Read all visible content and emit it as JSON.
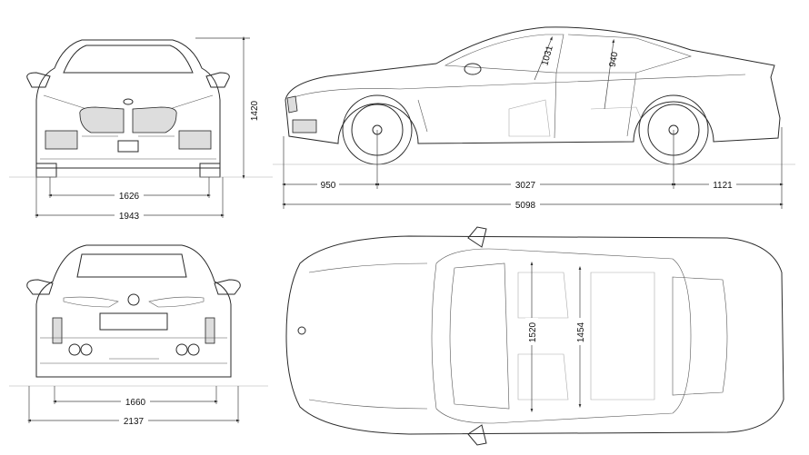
{
  "title": "Vehicle dimensions blueprint (mm)",
  "colors": {
    "line": "#2a2a2a",
    "dimension": "#444444",
    "background": "#ffffff"
  },
  "front_view": {
    "height": "1420",
    "track_front": "1626",
    "width_body": "1943"
  },
  "side_view": {
    "front_overhang": "950",
    "wheelbase": "3027",
    "rear_overhang": "1121",
    "length": "5098",
    "front_headroom": "1031",
    "rear_headroom": "940"
  },
  "rear_view": {
    "track_rear": "1660",
    "width_mirrors": "2137"
  },
  "top_view": {
    "front_shoulder_width": "1520",
    "rear_shoulder_width": "1454"
  }
}
